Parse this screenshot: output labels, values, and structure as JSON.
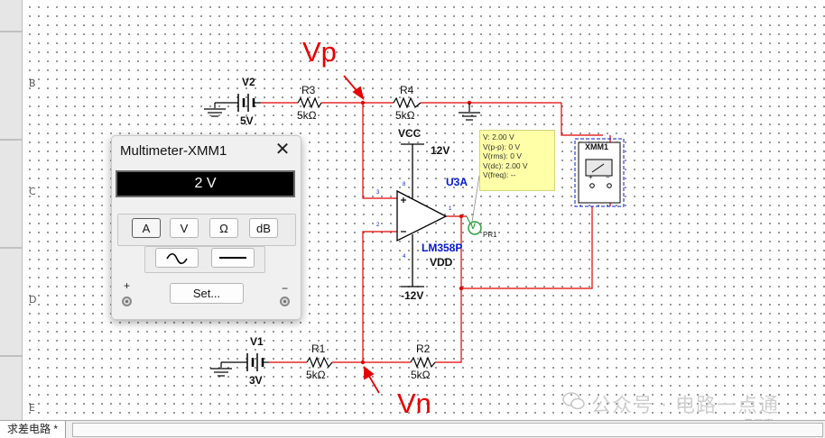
{
  "ruler": {
    "rows": [
      "B",
      "C",
      "D",
      "E"
    ]
  },
  "components": {
    "v2": {
      "name": "V2",
      "value": "5V"
    },
    "r3": {
      "name": "R3",
      "value": "5kΩ"
    },
    "r4": {
      "name": "R4",
      "value": "5kΩ"
    },
    "v1": {
      "name": "V1",
      "value": "3V"
    },
    "r1": {
      "name": "R1",
      "value": "5kΩ"
    },
    "r2": {
      "name": "R2",
      "value": "5kΩ"
    },
    "vcc": {
      "name": "VCC",
      "value": "12V"
    },
    "vdd": {
      "name": "VDD",
      "value": "-12V"
    },
    "opamp": {
      "ref": "U3A",
      "part": "LM358P",
      "pins": [
        "3",
        "2",
        "1",
        "8",
        "4"
      ]
    },
    "xmm": {
      "name": "XMM1"
    },
    "probe": {
      "name": "PR1",
      "symbol": "V"
    }
  },
  "probe_readout": [
    "V: 2.00 V",
    "V(p-p): 0 V",
    "V(rms): 0 V",
    "V(dc): 2.00 V",
    "V(freq): --"
  ],
  "multimeter": {
    "title": "Multimeter-XMM1",
    "close": "✕",
    "display": "2 V",
    "modes": [
      "A",
      "V",
      "Ω",
      "dB"
    ],
    "selected_mode": "A",
    "waveforms": [
      "ac-wave-icon",
      "dc-line-icon"
    ],
    "settings_label": "Set...",
    "plus": "+",
    "minus": "−"
  },
  "annotations": {
    "vp": "Vp",
    "vn": "Vn"
  },
  "watermark": {
    "main": "公众号 · 电路一点通",
    "sub": "CSDN @风正豪"
  },
  "status_bar": {
    "tab": "求差电路 *"
  },
  "colors": {
    "wire": "#e00000",
    "component": "#000000",
    "annotation": "#e60000",
    "probe_bg": "#ffffa8"
  }
}
